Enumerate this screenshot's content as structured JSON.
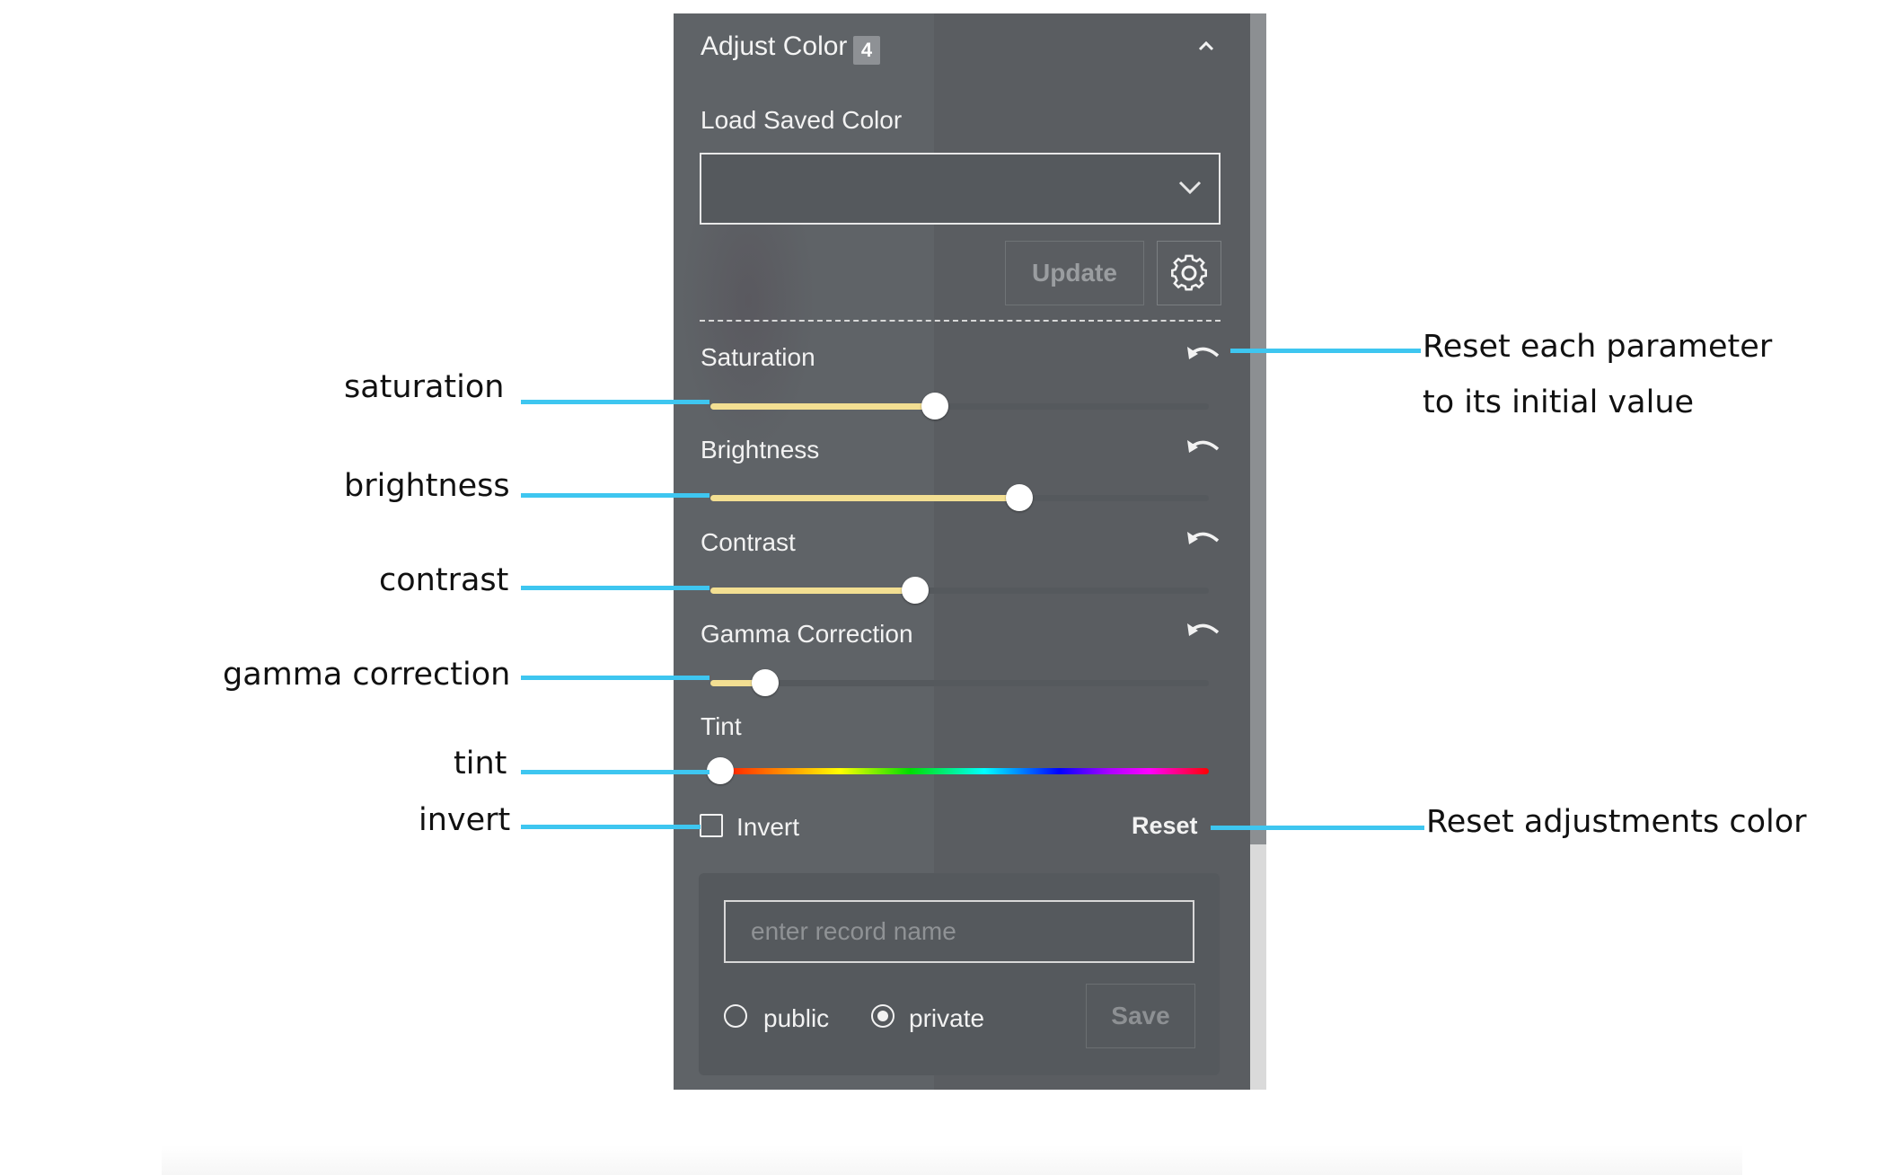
{
  "panel": {
    "title": "Adjust Color",
    "badge_count": "4",
    "collapse_icon": "chevron-up-icon",
    "load_saved_label": "Load Saved Color",
    "saved_color_value": "",
    "update_label": "Update",
    "settings_icon": "gear-icon",
    "sliders": [
      {
        "label": "Saturation",
        "value": 0.45
      },
      {
        "label": "Brightness",
        "value": 0.62
      },
      {
        "label": "Contrast",
        "value": 0.41
      },
      {
        "label": "Gamma Correction",
        "value": 0.11
      },
      {
        "label": "Tint",
        "value": 0.02
      }
    ],
    "reset_icon": "undo-icon",
    "invert_label": "Invert",
    "invert_checked": false,
    "reset_label": "Reset",
    "record_placeholder": "enter record name",
    "visibility_options": [
      {
        "label": "public",
        "selected": false
      },
      {
        "label": "private",
        "selected": true
      }
    ],
    "save_label": "Save",
    "slider_fill_color": "#f3df92",
    "panel_color": "#5f6367"
  },
  "annotations": {
    "saturation": "saturation",
    "brightness": "brightness",
    "contrast": "contrast",
    "gamma": "gamma correction",
    "tint": "tint",
    "invert": "invert",
    "reset_each_line1": "Reset each parameter",
    "reset_each_line2": "to its initial value",
    "reset_adjustments": "Reset adjustments color",
    "line_color": "#3ec6f0"
  }
}
